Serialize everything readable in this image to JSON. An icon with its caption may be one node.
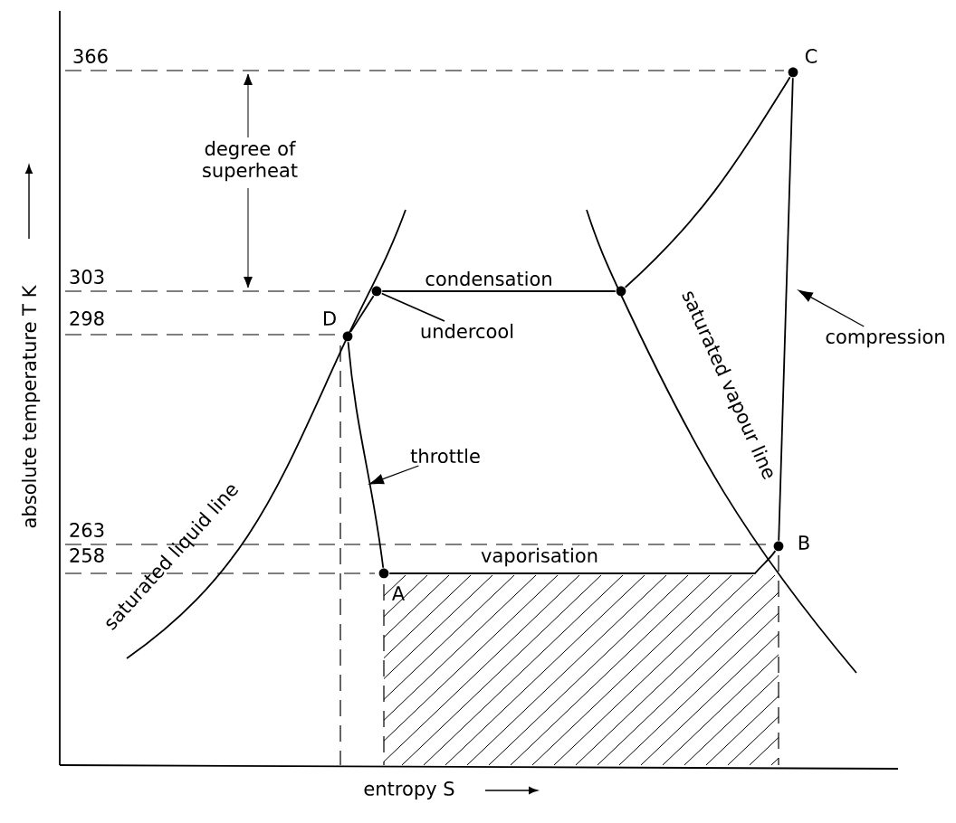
{
  "diagram": {
    "nodes": [
      {
        "text": [],
        "shape": "circle",
        "beside": [
          "C"
        ]
      },
      {
        "text": [],
        "shape": "circle"
      },
      {
        "text": [],
        "shape": "circle"
      },
      {
        "text": [],
        "shape": "circle",
        "beside": [
          "D"
        ]
      },
      {
        "text": [],
        "shape": "circle",
        "beside": [
          "A"
        ]
      },
      {
        "text": [],
        "shape": "circle",
        "beside": [
          "B"
        ]
      },
      {
        "text": [
          "throttle"
        ]
      },
      {
        "text": [
          "compression"
        ]
      },
      {
        "text": [
          "undercool"
        ]
      }
    ],
    "edges": [
      {
        "from": 0,
        "to": 2,
        "arrow": "none"
      },
      {
        "from": 2,
        "to": 1,
        "arrow": "none",
        "label": "condensation"
      },
      {
        "from": 1,
        "to": 3,
        "arrow": "none"
      },
      {
        "from": 3,
        "to": 4,
        "arrow": "none"
      },
      {
        "from": 4,
        "to": 5,
        "arrow": "none",
        "label": "vaporisation"
      },
      {
        "from": 5,
        "to": 0,
        "arrow": "none"
      },
      {
        "from": 6,
        "to": null,
        "arrow": "to"
      },
      {
        "from": 7,
        "to": null,
        "arrow": "to"
      },
      {
        "from": 8,
        "to": 1,
        "arrow": "none"
      }
    ],
    "labels": [
      "366",
      "degree of superheat",
      "303",
      "298",
      "saturated liquid line",
      "saturated vapour line",
      "263",
      "258",
      "absolute temperature T K",
      "entropy S"
    ]
  }
}
